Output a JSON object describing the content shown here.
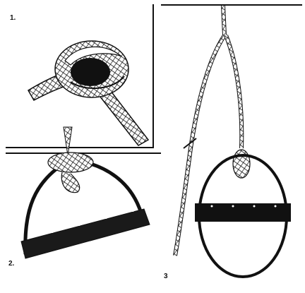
{
  "panels": [
    {
      "label": "1."
    },
    {
      "label": "2."
    },
    {
      "label": "3"
    }
  ]
}
